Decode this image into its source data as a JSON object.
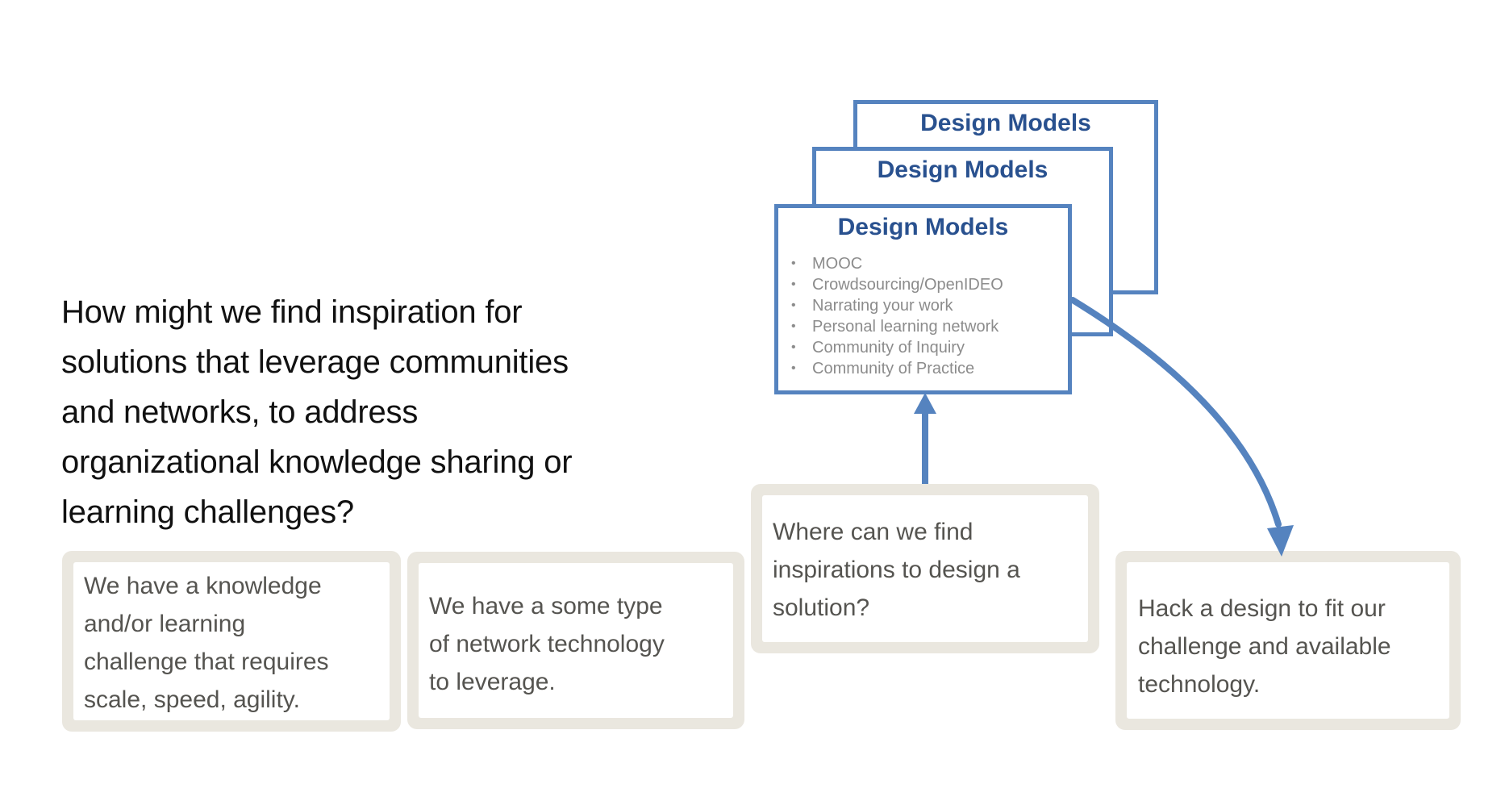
{
  "question": {
    "text": "How might we find inspiration for\nsolutions that leverage communities\nand networks, to address\norganizational knowledge sharing or\nlearning challenges?"
  },
  "design_cards": [
    {
      "title": "Design Models"
    },
    {
      "title": "Design Models"
    },
    {
      "title": "Design Models",
      "bullets": [
        "MOOC",
        "Crowdsourcing/OpenIDEO",
        "Narrating your work",
        "Personal learning network",
        "Community of Inquiry",
        "Community of Practice"
      ]
    }
  ],
  "flow_boxes": [
    {
      "text": "We have a knowledge\nand/or learning\nchallenge that requires\nscale, speed, agility."
    },
    {
      "text": "We have a some type\nof network technology\nto leverage."
    },
    {
      "text": "Where can we find\ninspirations to design a\nsolution?"
    },
    {
      "text": "Hack a design to fit our\nchallenge and available\ntechnology."
    }
  ],
  "ui": {
    "bullet_char": "•"
  },
  "icons": {
    "up_arrow": "arrow-up",
    "curved_arrow": "arrow-curved-down-right"
  },
  "colors": {
    "accent_blue": "#5583bf",
    "title_navy": "#29518f",
    "box_beige": "#eae7df",
    "box_text_gray": "#555450",
    "bullet_gray": "#8c8c8c",
    "question_black": "#111111"
  }
}
